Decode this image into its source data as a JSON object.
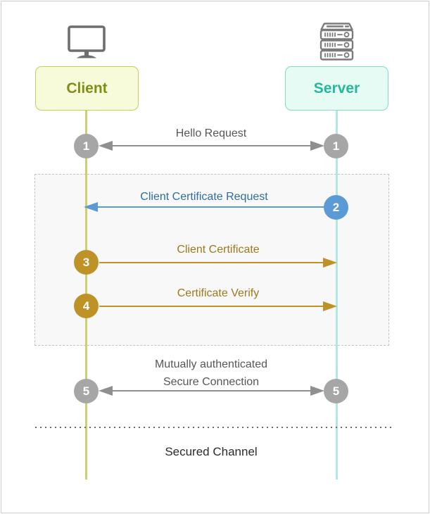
{
  "page": {
    "background": "#ffffff",
    "border_color": "#cdcdcd"
  },
  "actors": {
    "client": {
      "label": "Client",
      "icon": "monitor-icon",
      "text_color": "#7d8f17",
      "box_bg": "#f8fbda",
      "box_border": "#c6cd5a",
      "lifeline_color": "#cdd06e"
    },
    "server": {
      "label": "Server",
      "icon": "server-icon",
      "text_color": "#27b89b",
      "box_bg": "#e7fbf5",
      "box_border": "#7fdcc9",
      "lifeline_color": "#b0e9e4"
    }
  },
  "messages": [
    {
      "step": "1",
      "label": "Hello Request",
      "direction": "bidirectional",
      "arrow_color": "#8f8f8f",
      "badge_color": "#a6a6a6",
      "label_color": "#575757"
    },
    {
      "step": "2",
      "label": "Client Certificate Request",
      "direction": "server-to-client",
      "arrow_color": "#5b9bd5",
      "badge_color": "#5b9bd5",
      "label_color": "#2e6da4"
    },
    {
      "step": "3",
      "label": "Client Certificate",
      "direction": "client-to-server",
      "arrow_color": "#bf9227",
      "badge_color": "#bf9227",
      "label_color": "#9c7a1b"
    },
    {
      "step": "4",
      "label": "Certificate Verify",
      "direction": "client-to-server",
      "arrow_color": "#bf9227",
      "badge_color": "#bf9227",
      "label_color": "#9c7a1b"
    },
    {
      "step": "5",
      "label_line1": "Mutually authenticated",
      "label_line2": "Secure Connection",
      "direction": "bidirectional",
      "arrow_color": "#8f8f8f",
      "badge_color": "#a6a6a6",
      "label_color": "#575757"
    }
  ],
  "group": {
    "style": "dashed-box",
    "background": "#f8f8f8",
    "border_color": "#c3c3c3"
  },
  "footer": {
    "label": "Secured Channel",
    "color": "#2b2b2b"
  }
}
